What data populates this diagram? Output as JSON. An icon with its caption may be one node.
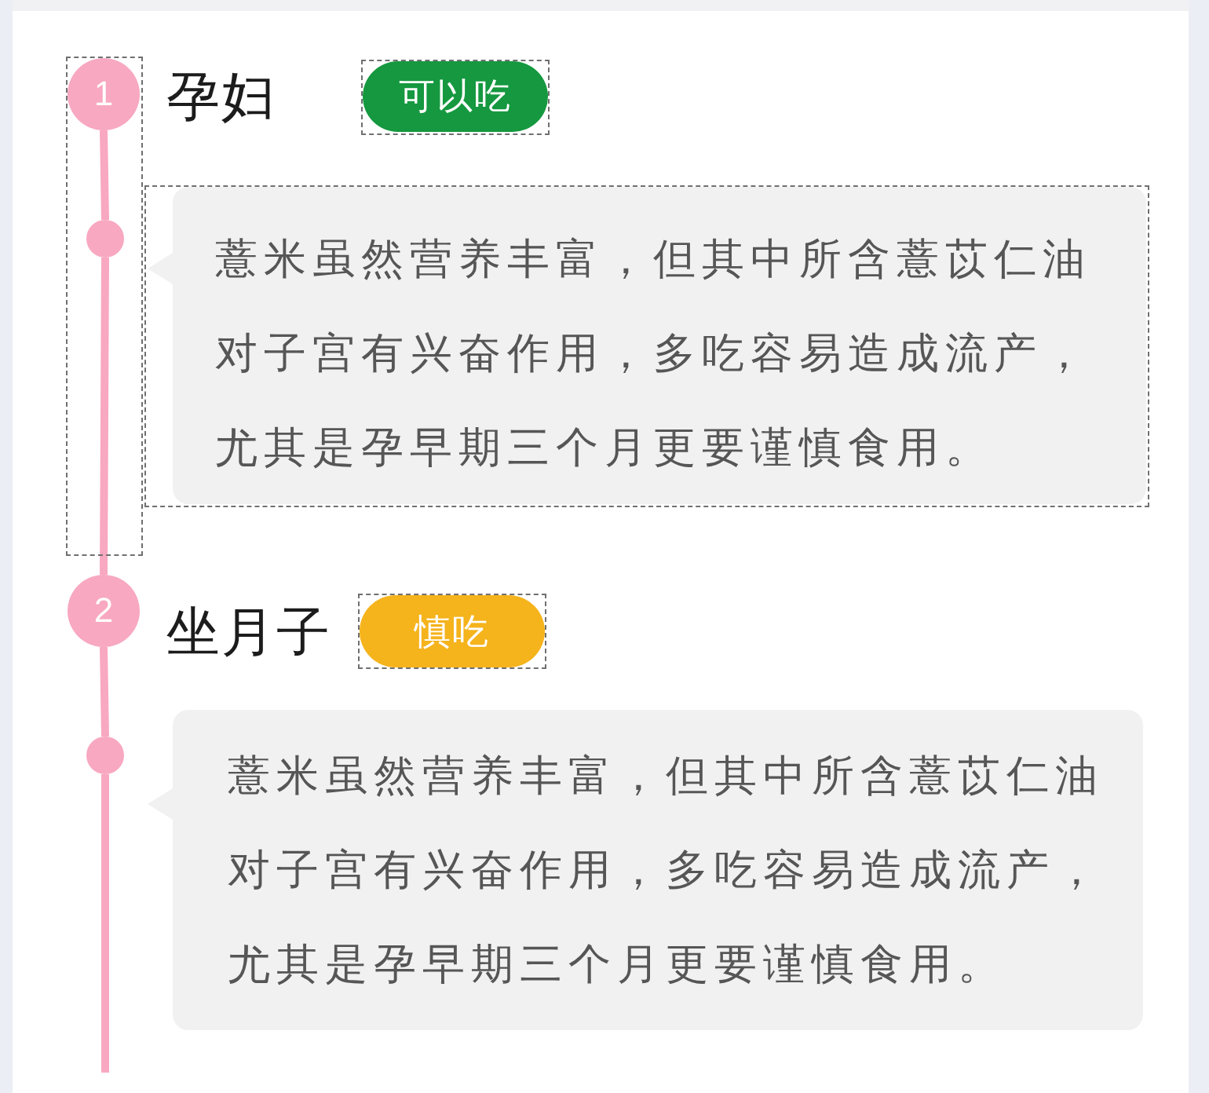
{
  "diagram": {
    "nodes": [
      {
        "text": [
          "1"
        ]
      },
      {
        "text": [
          "可以吃"
        ]
      },
      {
        "text": [
          "薏米虽然营养丰富，但其中所含薏苡仁油对子宫有兴奋作用，多吃容易造成流产，尤其是孕早期三个月更要谨慎食用。"
        ]
      },
      {
        "text": [],
        "shape": "circle"
      },
      {
        "text": [
          "2"
        ]
      },
      {
        "text": [
          "慎吃"
        ]
      },
      {
        "text": [
          "薏米虽然营养丰富，但其中所含薏苡仁油对子宫有兴奋作用，多吃容易造成流产，尤其是孕早期三个月更要谨慎食用。"
        ]
      },
      {
        "text": [],
        "shape": "circle"
      }
    ],
    "edges": [
      {
        "from": 0,
        "to": 3,
        "arrow": "none"
      },
      {
        "from": 3,
        "to": 4,
        "arrow": "none"
      },
      {
        "from": 4,
        "to": 7,
        "arrow": "none"
      },
      {
        "from": 7,
        "to": null,
        "arrow": "none"
      }
    ],
    "labels": [
      "孕妇",
      "坐月子"
    ]
  }
}
